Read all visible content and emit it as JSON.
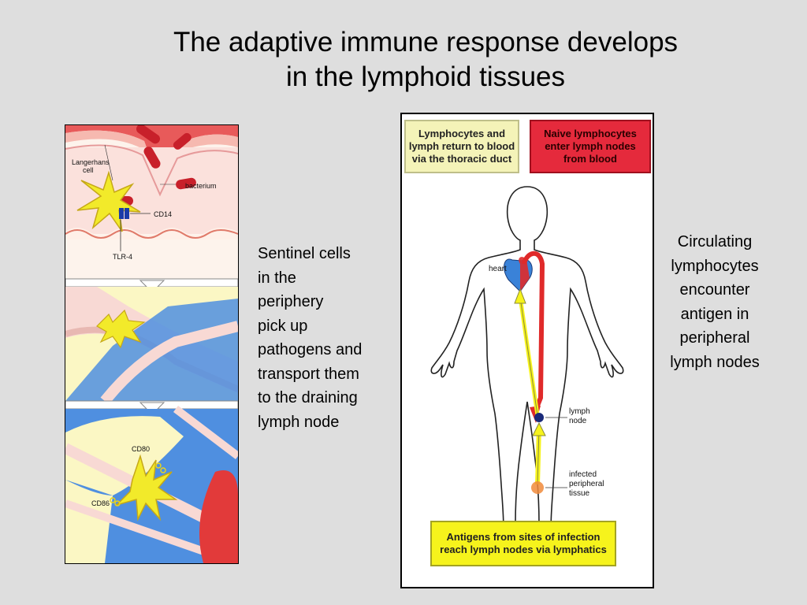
{
  "title": {
    "line1": "The adaptive immune response develops",
    "line2": "in the lymphoid tissues"
  },
  "left_panel": {
    "labels": {
      "langerhans": "Langerhans",
      "cell": "cell",
      "bacterium": "bacterium",
      "cd14": "CD14",
      "tlr4": "TLR-4",
      "cd80": "CD80",
      "cd86": "CD86"
    }
  },
  "caption_left": {
    "lines": [
      "Sentinel cells",
      "in the",
      "periphery",
      "pick up",
      "pathogens and",
      "transport them",
      "to the draining",
      "lymph node"
    ]
  },
  "right_panel": {
    "box_top_left": [
      "Lymphocytes and",
      "lymph return to blood",
      "via the thoracic duct"
    ],
    "box_top_right": [
      "Naive lymphocytes",
      "enter lymph nodes",
      "from blood"
    ],
    "box_bottom": [
      "Antigens from sites of infection",
      "reach lymph nodes via lymphatics"
    ],
    "labels": {
      "heart": "heart",
      "lymph_node_1": "lymph",
      "lymph_node_2": "node",
      "infected_1": "infected",
      "infected_2": "peripheral",
      "infected_3": "tissue"
    }
  },
  "caption_right": {
    "lines": [
      "Circulating",
      "lymphocytes",
      "encounter",
      "antigen in",
      "peripheral",
      "lymph nodes"
    ]
  },
  "colors": {
    "background": "#dedede",
    "dendritic_cell": "#f2ea2a",
    "blood": "#e02a2a",
    "lymph_node_blue": "#4f8fe0",
    "lymphatic_yellow": "#f6f31c"
  }
}
